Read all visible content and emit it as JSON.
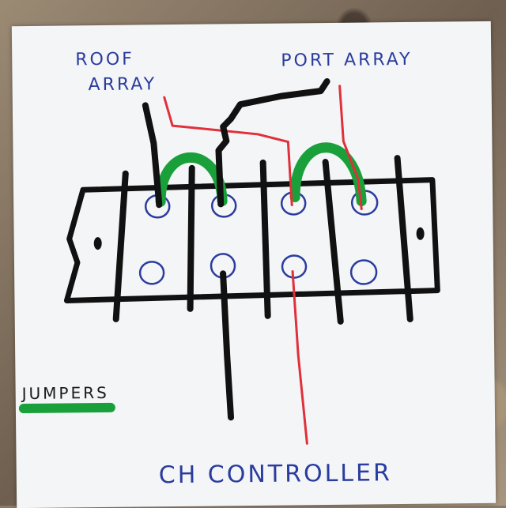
{
  "labels": {
    "roof_array_line1": "ROOF",
    "roof_array_line2": "ARRAY",
    "port_array": "PORT ARRAY",
    "jumpers": "JUMPERS",
    "controller": "CH CONTROLLER"
  },
  "colors": {
    "ink_black": "#111111",
    "ink_red": "#e0303a",
    "ink_green": "#1aa03a",
    "ink_blue": "#2a3c9e",
    "paper": "#f4f5f7"
  },
  "terminal_block": {
    "rows": 2,
    "columns": 4,
    "mounting_holes": 2
  },
  "jumper_count": 2
}
